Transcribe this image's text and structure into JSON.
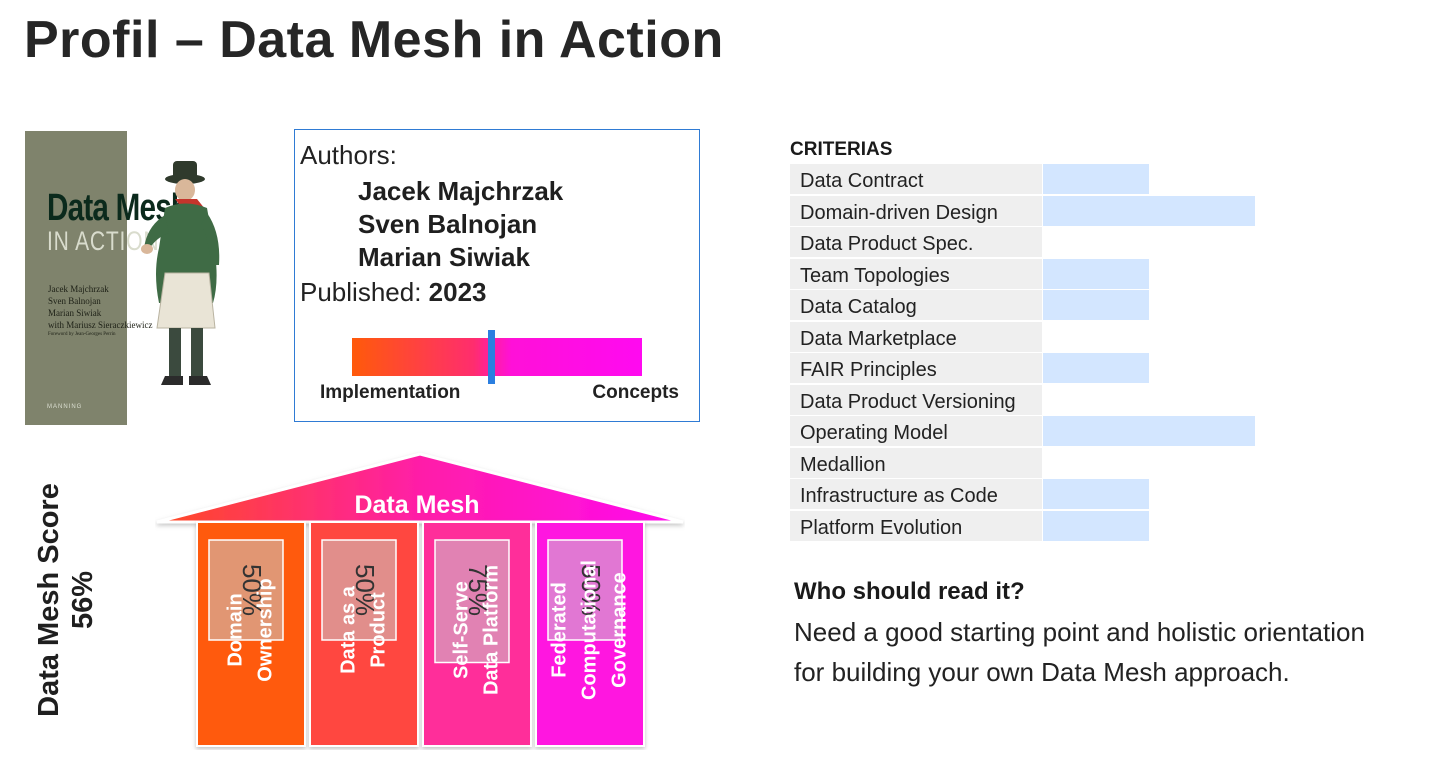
{
  "title": "Profil – Data Mesh in Action",
  "book": {
    "cover_title_line1": "Data Mesh",
    "cover_title_line2": "IN ACTION",
    "cover_authors": [
      "Jacek Majchrzak",
      "Sven Balnojan",
      "Marian Siwiak",
      "with Mariusz Sieraczkiewicz"
    ],
    "cover_foreword": "Foreword by Jean-Georges Perrin",
    "publisher": "MANNING"
  },
  "info": {
    "authors_label": "Authors:",
    "authors": [
      "Jacek Majchrzak",
      "Sven Balnojan",
      "Marian Siwiak"
    ],
    "published_label": "Published:",
    "published_year": "2023",
    "gauge": {
      "left_label": "Implementation",
      "right_label": "Concepts",
      "position": 0.48,
      "colors": [
        "#ff5a0a",
        "#ff10d8"
      ],
      "marker_color": "#2b7fe0"
    }
  },
  "score": {
    "label": "Data Mesh Score",
    "value": "56%"
  },
  "temple": {
    "roof_label": "Data Mesh",
    "pillars": [
      {
        "label_lines": [
          "Domain",
          "Ownership"
        ],
        "score": "50%",
        "fill": 0.5,
        "color": "#ff5a0a"
      },
      {
        "label_lines": [
          "Data as a",
          "Product"
        ],
        "score": "50%",
        "fill": 0.5,
        "color": "#ff4640"
      },
      {
        "label_lines": [
          "Self-Serve",
          "Data Platform"
        ],
        "score": "75%",
        "fill": 0.75,
        "color": "#ff2d9a"
      },
      {
        "label_lines": [
          "Federated",
          "Computational",
          "Governance"
        ],
        "score": "50%",
        "fill": 0.5,
        "color": "#ff12e0"
      }
    ]
  },
  "criteria": {
    "header": "CRITERIAS",
    "items": [
      {
        "label": "Data Contract",
        "level": 0.5
      },
      {
        "label": "Domain-driven Design",
        "level": 1.0
      },
      {
        "label": "Data Product Spec.",
        "level": 0
      },
      {
        "label": "Team Topologies",
        "level": 0.5
      },
      {
        "label": "Data Catalog",
        "level": 0.5
      },
      {
        "label": "Data Marketplace",
        "level": 0
      },
      {
        "label": "FAIR Principles",
        "level": 0.5
      },
      {
        "label": "Data Product Versioning",
        "level": 0
      },
      {
        "label": "Operating Model",
        "level": 1.0
      },
      {
        "label": "Medallion",
        "level": 0
      },
      {
        "label": "Infrastructure as Code",
        "level": 0.5
      },
      {
        "label": "Platform Evolution",
        "level": 0.5
      }
    ]
  },
  "who": {
    "title": "Who should read it?",
    "line1": "Need a good starting point and holistic orientation",
    "line2": "for building your own Data Mesh approach."
  }
}
